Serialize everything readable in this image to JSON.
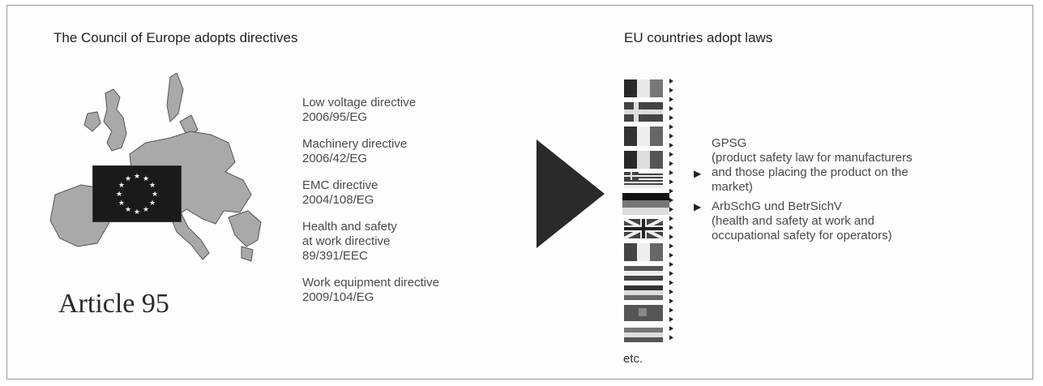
{
  "left_heading": "The Council of Europe adopts directives",
  "right_heading": "EU countries adopt laws",
  "article_label": "Article 95",
  "directives": [
    {
      "lines": [
        "Low voltage directive",
        "2006/95/EG"
      ]
    },
    {
      "lines": [
        "Machinery directive",
        "2006/42/EG"
      ]
    },
    {
      "lines": [
        "EMC directive",
        "2004/108/EG"
      ]
    },
    {
      "lines": [
        "Health and safety",
        "at work directive",
        "89/391/EEC"
      ]
    },
    {
      "lines": [
        "Work equipment directive",
        "2009/104/EG"
      ]
    }
  ],
  "laws": [
    {
      "lines": [
        "GPSG",
        "(product safety law for manufacturers",
        "and those placing the product on the",
        "market)"
      ]
    },
    {
      "lines": [
        "ArbSchG und BetrSichV",
        "(health and safety at work and",
        "occupational safety for operators)"
      ]
    }
  ],
  "etc_label": "etc.",
  "colors": {
    "map_fill": "#a8a8a8",
    "flag_field": "#1a1a1a",
    "arrow": "#2a2a2a"
  },
  "icons": {
    "map": "europe-map-icon",
    "eu_flag": "eu-flag-icon",
    "arrow": "right-triangle-arrow-icon",
    "bullet": "triangle-bullet-icon"
  }
}
